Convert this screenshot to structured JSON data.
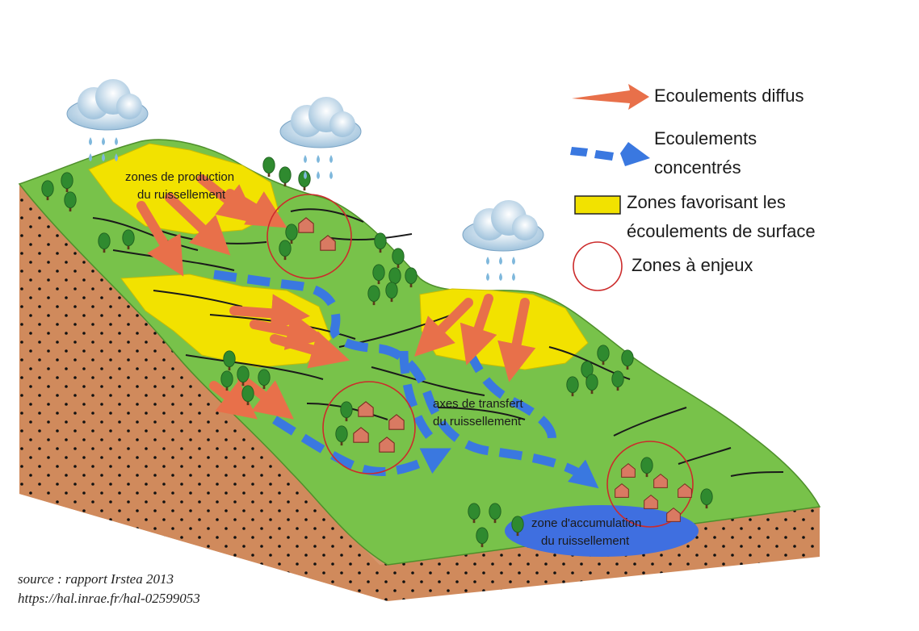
{
  "diagram": {
    "labels": {
      "production": [
        "zones de production",
        "du ruissellement"
      ],
      "transfer": [
        "axes de transfert",
        "du ruissellement"
      ],
      "accumulation": [
        "zone d'accumulation",
        "du ruissellement"
      ]
    }
  },
  "legend": {
    "diffuse": "Ecoulements diffus",
    "concentrated": [
      "Ecoulements",
      "concentrés"
    ],
    "surface_zones": [
      "Zones favorisant les",
      "écoulements de surface"
    ],
    "stakes": "Zones à enjeux"
  },
  "source": {
    "line1": "source : rapport Irstea 2013",
    "line2": "https://hal.inrae.fr/hal-02599053"
  },
  "colors": {
    "diffuse_arrow": "#e8704a",
    "concentrated_arrow": "#3a78e0",
    "surface_zone": "#f2e200",
    "stakes_circle": "#cc2b2b",
    "terrain": "#78c24a",
    "soil": "#d08a5c",
    "water": "#3f6fe0"
  }
}
